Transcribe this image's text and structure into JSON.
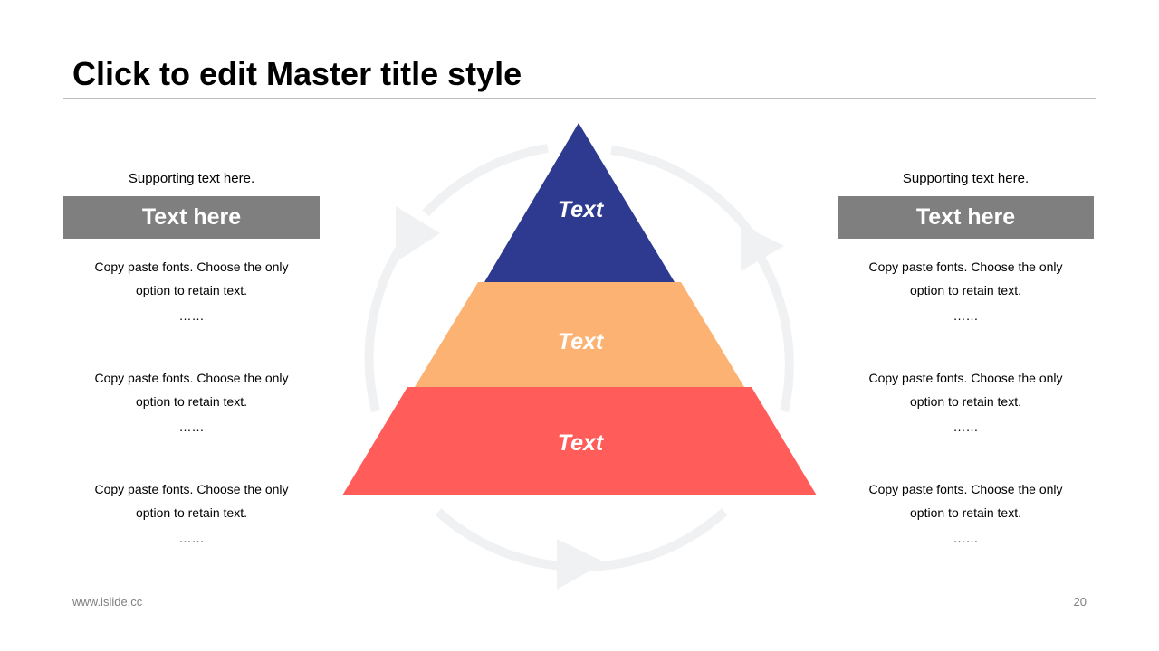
{
  "slide": {
    "title": "Click to edit Master title style",
    "footer_url": "www.islide.cc",
    "page_number": "20"
  },
  "left_panel": {
    "supporting_text": "Supporting text here.",
    "header": "Text here",
    "items": [
      {
        "line1": "Copy paste fonts. Choose the only",
        "line2": "option to retain text.",
        "dots": "……"
      },
      {
        "line1": "Copy paste fonts. Choose the only",
        "line2": "option to retain text.",
        "dots": "……"
      },
      {
        "line1": "Copy paste fonts. Choose the only",
        "line2": "option to retain text.",
        "dots": "……"
      }
    ]
  },
  "right_panel": {
    "supporting_text": "Supporting text here.",
    "header": "Text here",
    "items": [
      {
        "line1": "Copy paste fonts. Choose the only",
        "line2": "option to retain text.",
        "dots": "……"
      },
      {
        "line1": "Copy paste fonts. Choose the only",
        "line2": "option to retain text.",
        "dots": "……"
      },
      {
        "line1": "Copy paste fonts. Choose the only",
        "line2": "option to retain text.",
        "dots": "……"
      }
    ]
  },
  "pyramid": {
    "tiers": [
      {
        "label": "Text",
        "color": "#2e3a8f"
      },
      {
        "label": "Text",
        "color": "#fcb272"
      },
      {
        "label": "Text",
        "color": "#ff5c5a"
      }
    ],
    "cycle_color": "#f0f1f3"
  },
  "colors": {
    "header_bar": "#7f7f7f",
    "title_rule": "#bfbfbf"
  }
}
